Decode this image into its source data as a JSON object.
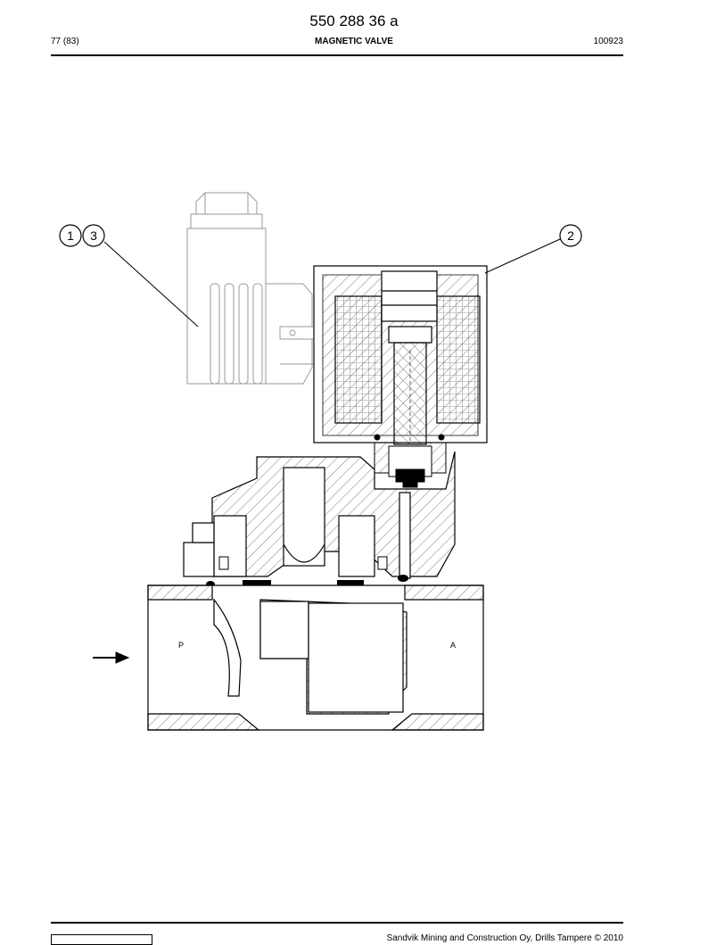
{
  "header": {
    "doc_number": "550 288 36 a",
    "page_ref": "77 (83)",
    "title": "MAGNETIC VALVE",
    "date_code": "100923"
  },
  "callouts": [
    {
      "label": "1"
    },
    {
      "label": "3"
    },
    {
      "label": "2"
    }
  ],
  "ports": {
    "inlet": "P",
    "outlet": "A"
  },
  "footer": {
    "copyright": "Sandvik Mining and Construction Oy, Drills Tampere © 2010"
  }
}
